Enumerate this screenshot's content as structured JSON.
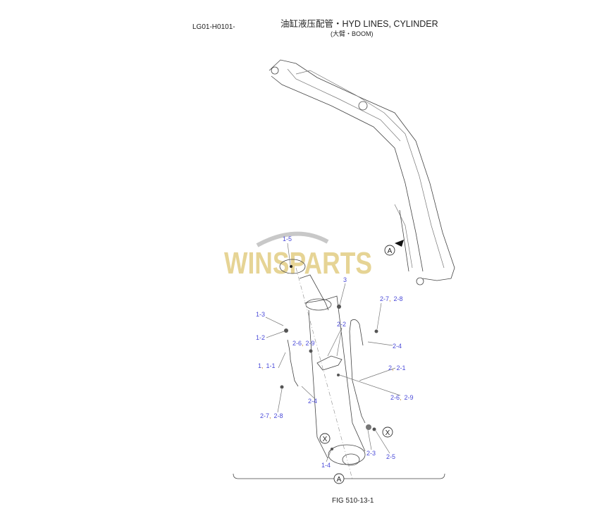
{
  "header": {
    "code": "LG01-H0101-",
    "title": "油缸液压配管・HYD LINES, CYLINDER",
    "subtitle": "(大臂・BOOM)"
  },
  "watermark": "WINSPARTS",
  "callouts": {
    "l1_5": "1-5",
    "l3": "3",
    "l1_3": "1-3",
    "l1_2": "1-2",
    "l2_6a": "2-6",
    "l2_9a": "2-9",
    "l2_2": "2-2",
    "l1": "1",
    "l1_1": "1-1",
    "l2_7a": "2-7",
    "l2_8a": "2-8",
    "l2_4a": "2-4",
    "l2": "2",
    "l2_1": "2-1",
    "l2_6b": "2-6",
    "l2_9b": "2-9",
    "l2_4b": "2-4",
    "l2_7b": "2-7",
    "l2_8b": "2-8",
    "l2_3": "2-3",
    "l2_5": "2-5",
    "l1_4": "1-4",
    "sep": ","
  },
  "markers": {
    "a_top": "A",
    "x_right": "X",
    "x_left": "X",
    "a_bottom": "A"
  },
  "footer": {
    "figure": "FIG 510-13-1"
  }
}
